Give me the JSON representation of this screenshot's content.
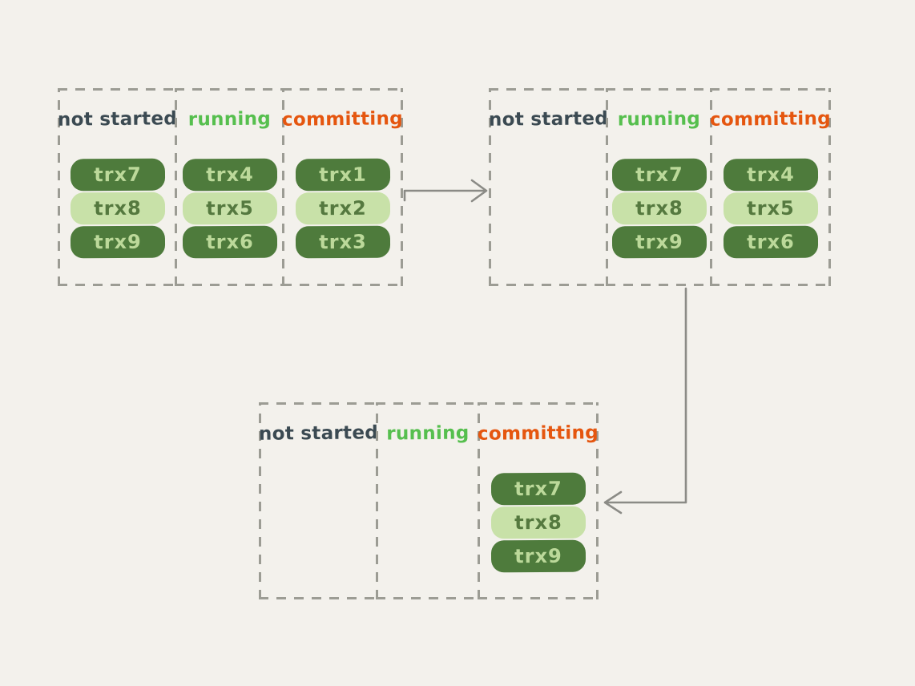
{
  "page": {
    "background": "#f3f1ec"
  },
  "colors": {
    "state_not_started": "#3b4a52",
    "state_running": "#56bf4e",
    "state_committing": "#e5560f",
    "pill_dark_bg": "#4e7b3c",
    "pill_dark_text": "#bcd99a",
    "pill_light_bg": "#c8e1a8",
    "pill_light_text": "#55793f",
    "dashed_border": "#9c9c94",
    "arrow": "#8b8b86"
  },
  "panels": [
    {
      "id": "stage-1",
      "columns": [
        {
          "label": "not started",
          "items": [
            {
              "label": "trx7",
              "variant": "dark"
            },
            {
              "label": "trx8",
              "variant": "light"
            },
            {
              "label": "trx9",
              "variant": "dark"
            }
          ]
        },
        {
          "label": "running",
          "items": [
            {
              "label": "trx4",
              "variant": "dark"
            },
            {
              "label": "trx5",
              "variant": "light"
            },
            {
              "label": "trx6",
              "variant": "dark"
            }
          ]
        },
        {
          "label": "committing",
          "items": [
            {
              "label": "trx1",
              "variant": "dark"
            },
            {
              "label": "trx2",
              "variant": "light"
            },
            {
              "label": "trx3",
              "variant": "dark"
            }
          ]
        }
      ]
    },
    {
      "id": "stage-2",
      "columns": [
        {
          "label": "not started",
          "items": []
        },
        {
          "label": "running",
          "items": [
            {
              "label": "trx7",
              "variant": "dark"
            },
            {
              "label": "trx8",
              "variant": "light"
            },
            {
              "label": "trx9",
              "variant": "dark"
            }
          ]
        },
        {
          "label": "committing",
          "items": [
            {
              "label": "trx4",
              "variant": "dark"
            },
            {
              "label": "trx5",
              "variant": "light"
            },
            {
              "label": "trx6",
              "variant": "dark"
            }
          ]
        }
      ]
    },
    {
      "id": "stage-3",
      "columns": [
        {
          "label": "not started",
          "items": []
        },
        {
          "label": "running",
          "items": []
        },
        {
          "label": "committing",
          "items": [
            {
              "label": "trx7",
              "variant": "dark"
            },
            {
              "label": "trx8",
              "variant": "light"
            },
            {
              "label": "trx9",
              "variant": "dark"
            }
          ]
        }
      ]
    }
  ],
  "arrows": [
    {
      "from": "stage-1",
      "to": "stage-2"
    },
    {
      "from": "stage-2",
      "to": "stage-3"
    }
  ]
}
